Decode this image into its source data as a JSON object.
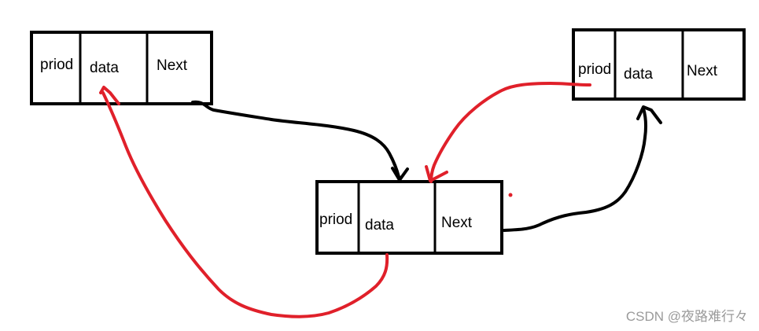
{
  "colors": {
    "background": "#ffffff",
    "box_stroke": "#000000",
    "next_pointer": "#000000",
    "prior_pointer": "#e0202a",
    "watermark": "#9a9a9a"
  },
  "nodes": [
    {
      "fields": [
        "priod",
        "data",
        "Next"
      ]
    },
    {
      "fields": [
        "priod",
        "data",
        "Next"
      ]
    },
    {
      "fields": [
        "priod",
        "data",
        "Next"
      ]
    }
  ],
  "watermark": "CSDN @夜路难行々"
}
